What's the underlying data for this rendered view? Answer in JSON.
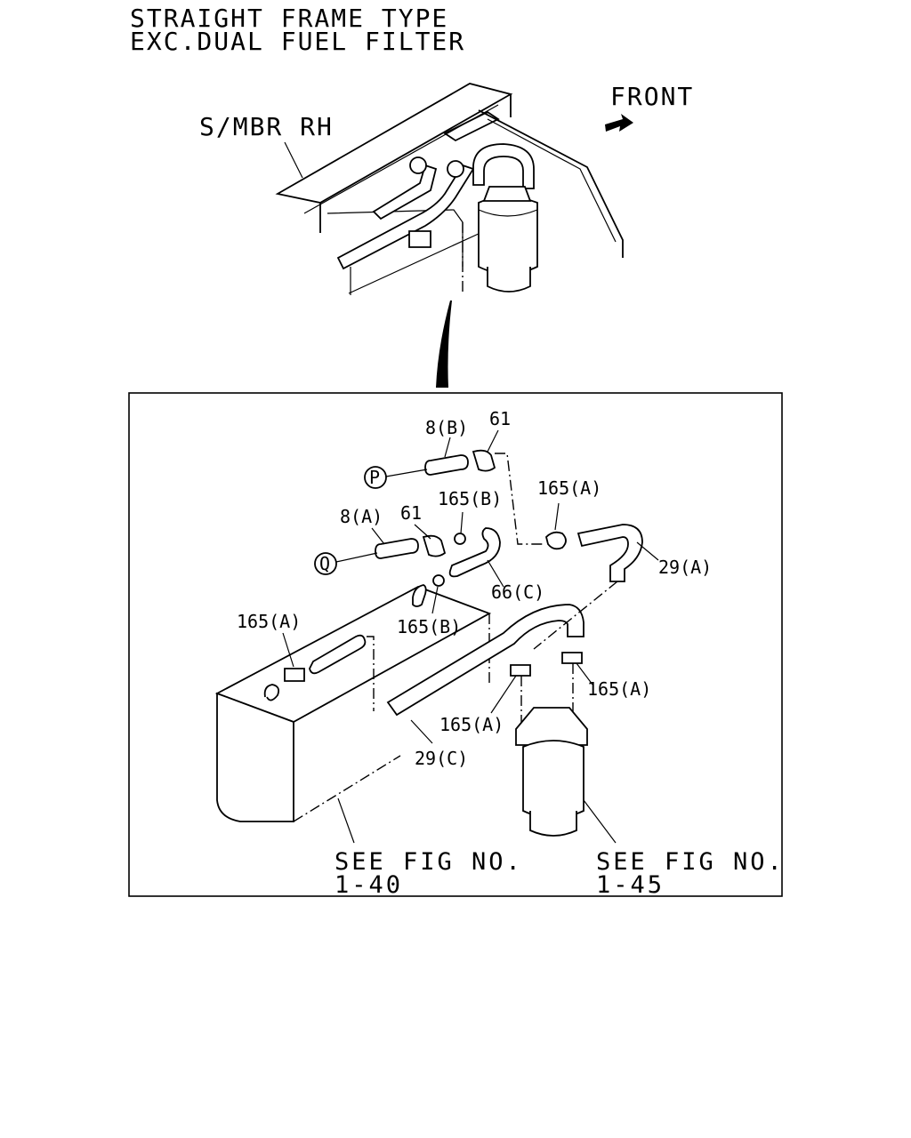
{
  "header": {
    "line1": "STRAIGHT FRAME TYPE",
    "line2": "EXC.DUAL FUEL FILTER"
  },
  "overview": {
    "frame_label": "S/MBR RH",
    "direction_label": "FRONT"
  },
  "detail": {
    "callouts": {
      "hose_8b": "8(B)",
      "clip_61_top": "61",
      "ref_p": "P",
      "clamp_165b_top": "165(B)",
      "clamp_165a_top": "165(A)",
      "hose_8a": "8(A)",
      "clip_61_mid": "61",
      "ref_q": "Q",
      "hose_29a": "29(A)",
      "hose_66c": "66(C)",
      "clamp_165a_left": "165(A)",
      "clamp_165b_bottom": "165(B)",
      "clamp_165a_right": "165(A)",
      "clamp_165a_center": "165(A)",
      "hose_29c": "29(C)"
    },
    "see_left": {
      "line1": "SEE FIG NO.",
      "line2": "1-40"
    },
    "see_right": {
      "line1": "SEE FIG NO.",
      "line2": "1-45"
    }
  }
}
